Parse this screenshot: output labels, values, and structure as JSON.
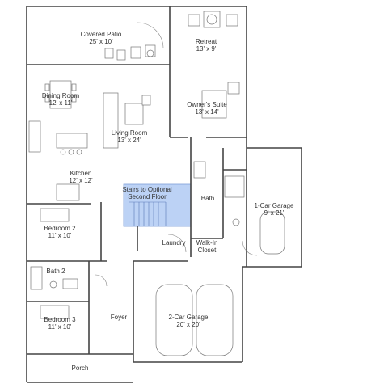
{
  "colors": {
    "wall": "#444444",
    "stair_highlight": "#bcd2f5",
    "stair_border": "#7e9ed8",
    "text": "#333333"
  },
  "rooms": {
    "covered_patio": {
      "name": "Covered Patio",
      "size": "25' x 10'"
    },
    "retreat": {
      "name": "Retreat",
      "size": "13' x 9'"
    },
    "dining_room": {
      "name": "Dining Room",
      "size": "12' x 11'"
    },
    "owners_suite": {
      "name": "Owner's Suite",
      "size": "13' x 14'"
    },
    "living_room": {
      "name": "Living Room",
      "size": "13' x 24'"
    },
    "kitchen": {
      "name": "Kitchen",
      "size": "12' x 12'"
    },
    "stairs": {
      "line1": "Stairs to Optional",
      "line2": "Second Floor"
    },
    "bath": {
      "name": "Bath"
    },
    "garage_1": {
      "name": "1-Car Garage",
      "size": "9' x 21'"
    },
    "bedroom_2": {
      "name": "Bedroom 2",
      "size": "11' x 10'"
    },
    "laundry": {
      "name": "Laundry"
    },
    "walk_in_closet": {
      "line1": "Walk-In",
      "line2": "Closet"
    },
    "bath_2": {
      "name": "Bath 2"
    },
    "bedroom_3": {
      "name": "Bedroom 3",
      "size": "11' x 10'"
    },
    "foyer": {
      "name": "Foyer"
    },
    "garage_2": {
      "name": "2-Car Garage",
      "size": "20' x 20'"
    },
    "porch": {
      "name": "Porch"
    }
  }
}
